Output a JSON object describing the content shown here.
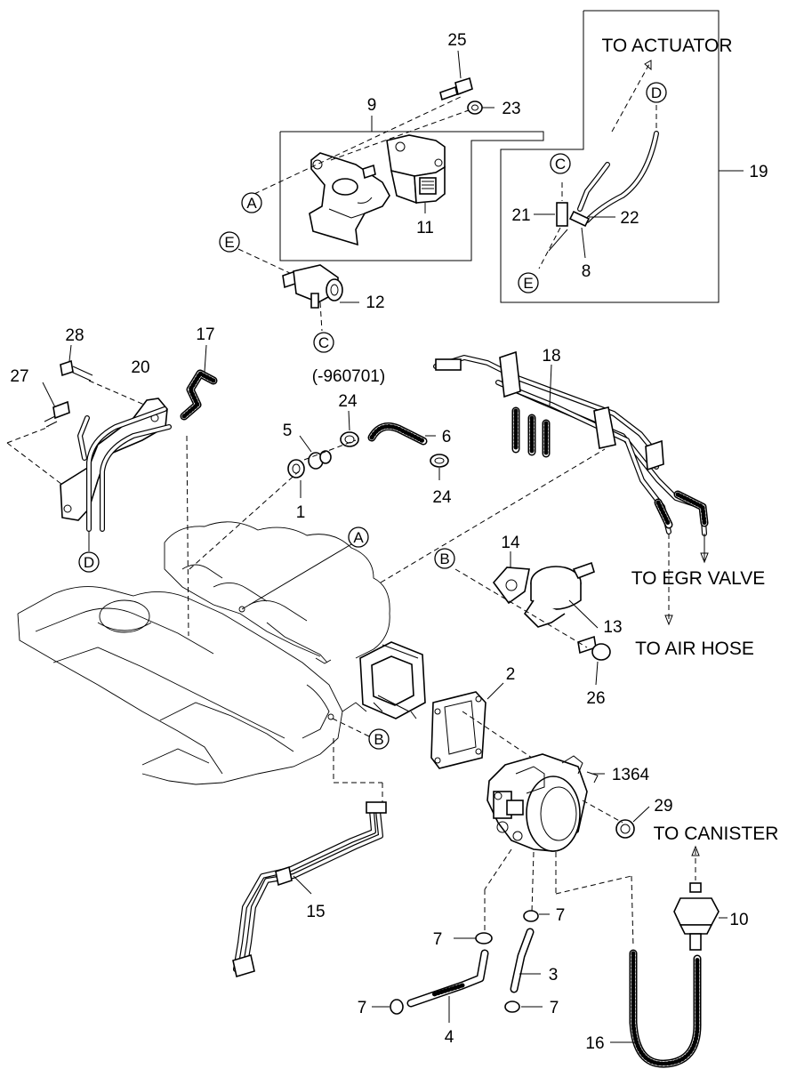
{
  "labels": {
    "n1": "1",
    "n2": "2",
    "n3": "3",
    "n4": "4",
    "n5": "5",
    "n6": "6",
    "n7a": "7",
    "n7b": "7",
    "n7c": "7",
    "n7d": "7",
    "n8": "8",
    "n9": "9",
    "n10": "10",
    "n11": "11",
    "n12": "12",
    "n13": "13",
    "n14": "14",
    "n15": "15",
    "n16": "16",
    "n17": "17",
    "n18": "18",
    "n19": "19",
    "n20": "20",
    "n21": "21",
    "n22": "22",
    "n23": "23",
    "n24a": "24",
    "n24b": "24",
    "n25": "25",
    "n26": "26",
    "n27": "27",
    "n28": "28",
    "n29": "29",
    "n1364": "1364",
    "date_code": "(-960701)"
  },
  "destinations": {
    "actuator": "TO ACTUATOR",
    "egr_valve": "TO EGR VALVE",
    "air_hose": "TO AIR HOSE",
    "canister": "TO CANISTER"
  },
  "refs": {
    "A1": "A",
    "A2": "A",
    "B1": "B",
    "B2": "B",
    "C1": "C",
    "C2": "C",
    "D1": "D",
    "D2": "D",
    "E1": "E",
    "E2": "E"
  }
}
